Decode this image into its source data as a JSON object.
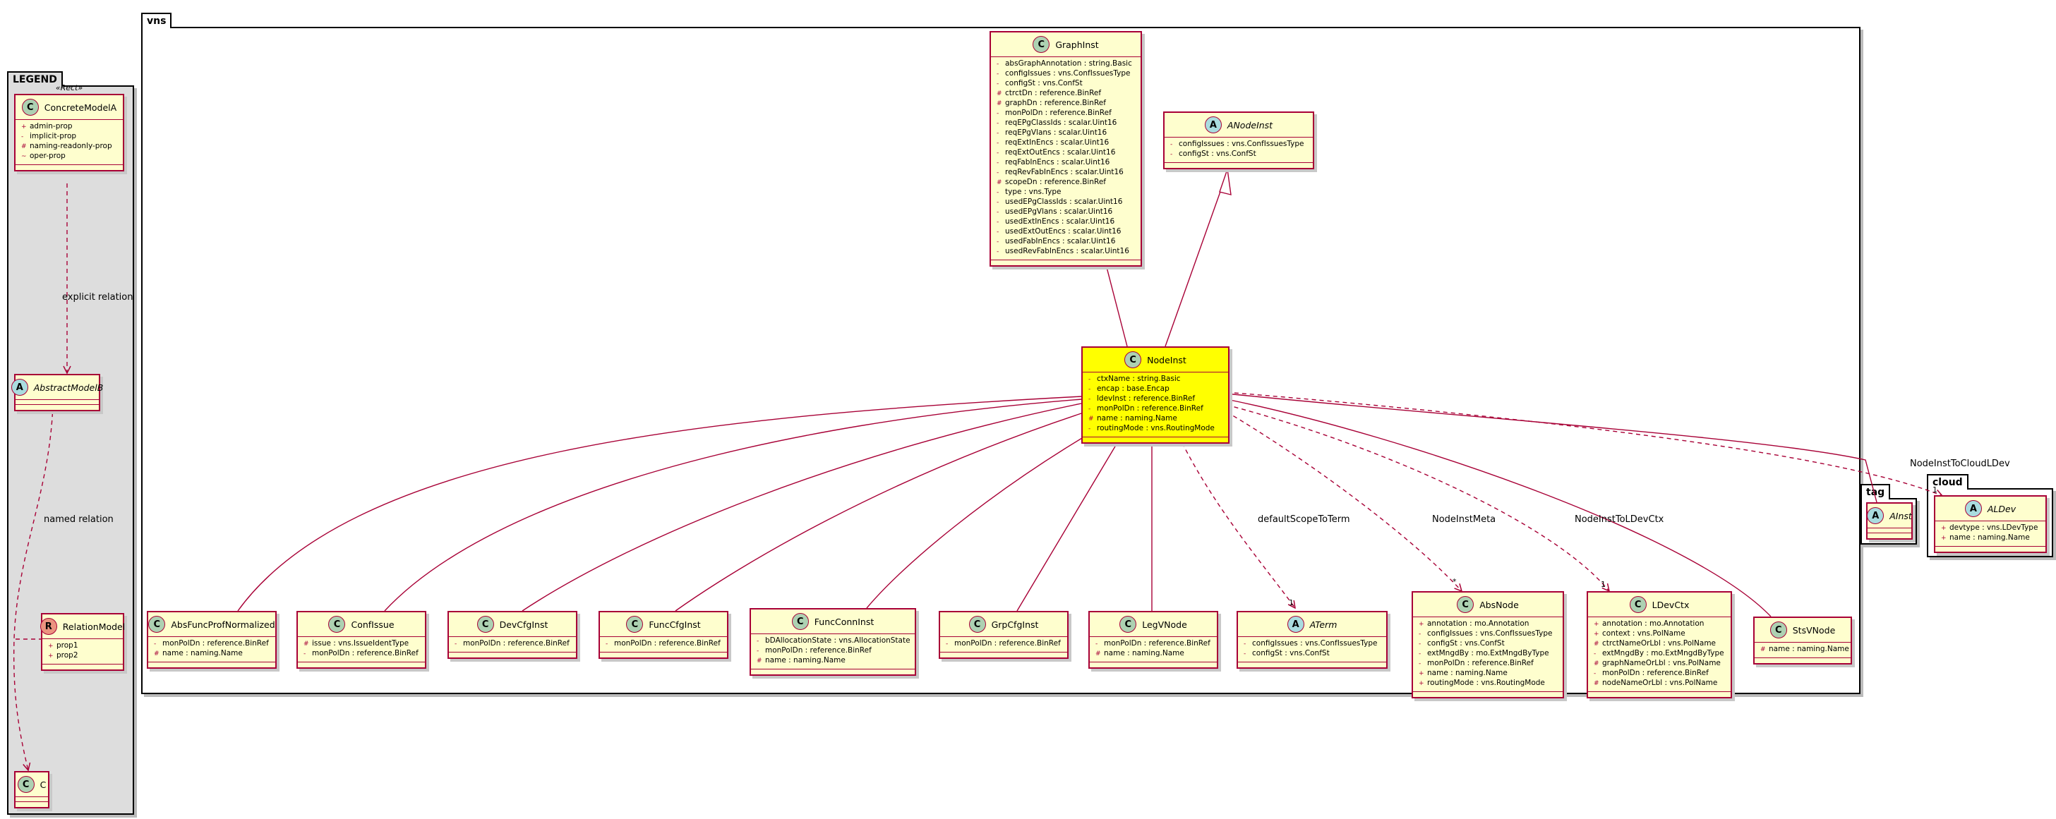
{
  "colors": {
    "class_fill": "#FEFECE",
    "highlight_fill": "#FFFF00",
    "border": "#A80036",
    "package_fill": "#DDDDDD"
  },
  "packages": {
    "legend": "LEGEND",
    "vns": "vns",
    "tag": "tag",
    "cloud": "cloud"
  },
  "legend": {
    "stereotype": "«Rect»",
    "concrete": {
      "badge": "C",
      "name": "ConcreteModelA",
      "attrs": [
        {
          "vis": "+",
          "text": "admin-prop"
        },
        {
          "vis": "-",
          "text": "implicit-prop"
        },
        {
          "vis": "#",
          "text": "naming-readonly-prop"
        },
        {
          "vis": "~",
          "text": "oper-prop"
        }
      ]
    },
    "abstract": {
      "badge": "A",
      "name": "AbstractModelB"
    },
    "relation": {
      "badge": "R",
      "name": "RelationModel",
      "attrs": [
        {
          "vis": "+",
          "text": "prop1"
        },
        {
          "vis": "+",
          "text": "prop2"
        }
      ]
    },
    "c": {
      "badge": "C",
      "name": "C"
    },
    "explicit_relation": "explicit relation",
    "named_relation": "named relation"
  },
  "classes": {
    "graphinst": {
      "badge": "C",
      "name": "GraphInst",
      "attrs": [
        {
          "vis": "-",
          "text": "absGraphAnnotation : string.Basic"
        },
        {
          "vis": "-",
          "text": "configIssues : vns.ConfIssuesType"
        },
        {
          "vis": "-",
          "text": "configSt : vns.ConfSt"
        },
        {
          "vis": "#",
          "text": "ctrctDn : reference.BinRef"
        },
        {
          "vis": "#",
          "text": "graphDn : reference.BinRef"
        },
        {
          "vis": "-",
          "text": "monPolDn : reference.BinRef"
        },
        {
          "vis": "-",
          "text": "reqEPgClassIds : scalar.Uint16"
        },
        {
          "vis": "-",
          "text": "reqEPgVlans : scalar.Uint16"
        },
        {
          "vis": "-",
          "text": "reqExtInEncs : scalar.Uint16"
        },
        {
          "vis": "-",
          "text": "reqExtOutEncs : scalar.Uint16"
        },
        {
          "vis": "-",
          "text": "reqFabInEncs : scalar.Uint16"
        },
        {
          "vis": "-",
          "text": "reqRevFabInEncs : scalar.Uint16"
        },
        {
          "vis": "#",
          "text": "scopeDn : reference.BinRef"
        },
        {
          "vis": "-",
          "text": "type : vns.Type"
        },
        {
          "vis": "-",
          "text": "usedEPgClassIds : scalar.Uint16"
        },
        {
          "vis": "-",
          "text": "usedEPgVlans : scalar.Uint16"
        },
        {
          "vis": "-",
          "text": "usedExtInEncs : scalar.Uint16"
        },
        {
          "vis": "-",
          "text": "usedExtOutEncs : scalar.Uint16"
        },
        {
          "vis": "-",
          "text": "usedFabInEncs : scalar.Uint16"
        },
        {
          "vis": "-",
          "text": "usedRevFabInEncs : scalar.Uint16"
        }
      ]
    },
    "anodeinst": {
      "badge": "A",
      "name": "ANodeInst",
      "attrs": [
        {
          "vis": "-",
          "text": "configIssues : vns.ConfIssuesType"
        },
        {
          "vis": "-",
          "text": "configSt : vns.ConfSt"
        }
      ]
    },
    "nodeinst": {
      "badge": "C",
      "name": "NodeInst",
      "attrs": [
        {
          "vis": "-",
          "text": "ctxName : string.Basic"
        },
        {
          "vis": "-",
          "text": "encap : base.Encap"
        },
        {
          "vis": "-",
          "text": "ldevInst : reference.BinRef"
        },
        {
          "vis": "-",
          "text": "monPolDn : reference.BinRef"
        },
        {
          "vis": "#",
          "text": "name : naming.Name"
        },
        {
          "vis": "-",
          "text": "routingMode : vns.RoutingMode"
        }
      ]
    },
    "absfunc": {
      "badge": "C",
      "name": "AbsFuncProfNormalized",
      "attrs": [
        {
          "vis": "-",
          "text": "monPolDn : reference.BinRef"
        },
        {
          "vis": "#",
          "text": "name : naming.Name"
        }
      ]
    },
    "confissue": {
      "badge": "C",
      "name": "ConfIssue",
      "attrs": [
        {
          "vis": "#",
          "text": "issue : vns.IssueIdentType"
        },
        {
          "vis": "-",
          "text": "monPolDn : reference.BinRef"
        }
      ]
    },
    "devcfg": {
      "badge": "C",
      "name": "DevCfgInst",
      "attrs": [
        {
          "vis": "-",
          "text": "monPolDn : reference.BinRef"
        }
      ]
    },
    "funccfg": {
      "badge": "C",
      "name": "FuncCfgInst",
      "attrs": [
        {
          "vis": "-",
          "text": "monPolDn : reference.BinRef"
        }
      ]
    },
    "funcconn": {
      "badge": "C",
      "name": "FuncConnInst",
      "attrs": [
        {
          "vis": "-",
          "text": "bDAllocationState : vns.AllocationState"
        },
        {
          "vis": "-",
          "text": "monPolDn : reference.BinRef"
        },
        {
          "vis": "#",
          "text": "name : naming.Name"
        }
      ]
    },
    "grpcfg": {
      "badge": "C",
      "name": "GrpCfgInst",
      "attrs": [
        {
          "vis": "-",
          "text": "monPolDn : reference.BinRef"
        }
      ]
    },
    "legv": {
      "badge": "C",
      "name": "LegVNode",
      "attrs": [
        {
          "vis": "-",
          "text": "monPolDn : reference.BinRef"
        },
        {
          "vis": "#",
          "text": "name : naming.Name"
        }
      ]
    },
    "aterm": {
      "badge": "A",
      "name": "ATerm",
      "attrs": [
        {
          "vis": "-",
          "text": "configIssues : vns.ConfIssuesType"
        },
        {
          "vis": "-",
          "text": "configSt : vns.ConfSt"
        }
      ]
    },
    "absnode": {
      "badge": "C",
      "name": "AbsNode",
      "attrs": [
        {
          "vis": "+",
          "text": "annotation : mo.Annotation"
        },
        {
          "vis": "-",
          "text": "configIssues : vns.ConfIssuesType"
        },
        {
          "vis": "-",
          "text": "configSt : vns.ConfSt"
        },
        {
          "vis": "-",
          "text": "extMngdBy : mo.ExtMngdByType"
        },
        {
          "vis": "-",
          "text": "monPolDn : reference.BinRef"
        },
        {
          "vis": "+",
          "text": "name : naming.Name"
        },
        {
          "vis": "+",
          "text": "routingMode : vns.RoutingMode"
        }
      ]
    },
    "ldevctx": {
      "badge": "C",
      "name": "LDevCtx",
      "attrs": [
        {
          "vis": "+",
          "text": "annotation : mo.Annotation"
        },
        {
          "vis": "+",
          "text": "context : vns.PolName"
        },
        {
          "vis": "#",
          "text": "ctrctNameOrLbl : vns.PolName"
        },
        {
          "vis": "-",
          "text": "extMngdBy : mo.ExtMngdByType"
        },
        {
          "vis": "#",
          "text": "graphNameOrLbl : vns.PolName"
        },
        {
          "vis": "-",
          "text": "monPolDn : reference.BinRef"
        },
        {
          "vis": "#",
          "text": "nodeNameOrLbl : vns.PolName"
        }
      ]
    },
    "stsv": {
      "badge": "C",
      "name": "StsVNode",
      "attrs": [
        {
          "vis": "#",
          "text": "name : naming.Name"
        }
      ]
    },
    "ainst": {
      "badge": "A",
      "name": "AInst",
      "attrs": []
    },
    "aldev": {
      "badge": "A",
      "name": "ALDev",
      "attrs": [
        {
          "vis": "+",
          "text": "devtype : vns.LDevType"
        },
        {
          "vis": "+",
          "text": "name : naming.Name"
        }
      ]
    }
  },
  "relations": {
    "defaultScopeToTerm": "defaultScopeToTerm",
    "NodeInstMeta": "NodeInstMeta",
    "NodeInstToLDevCtx": "NodeInstToLDevCtx",
    "NodeInstToCloudLDev": "NodeInstToCloudLDev"
  },
  "multiplicities": {
    "one": "1",
    "many": "*"
  }
}
